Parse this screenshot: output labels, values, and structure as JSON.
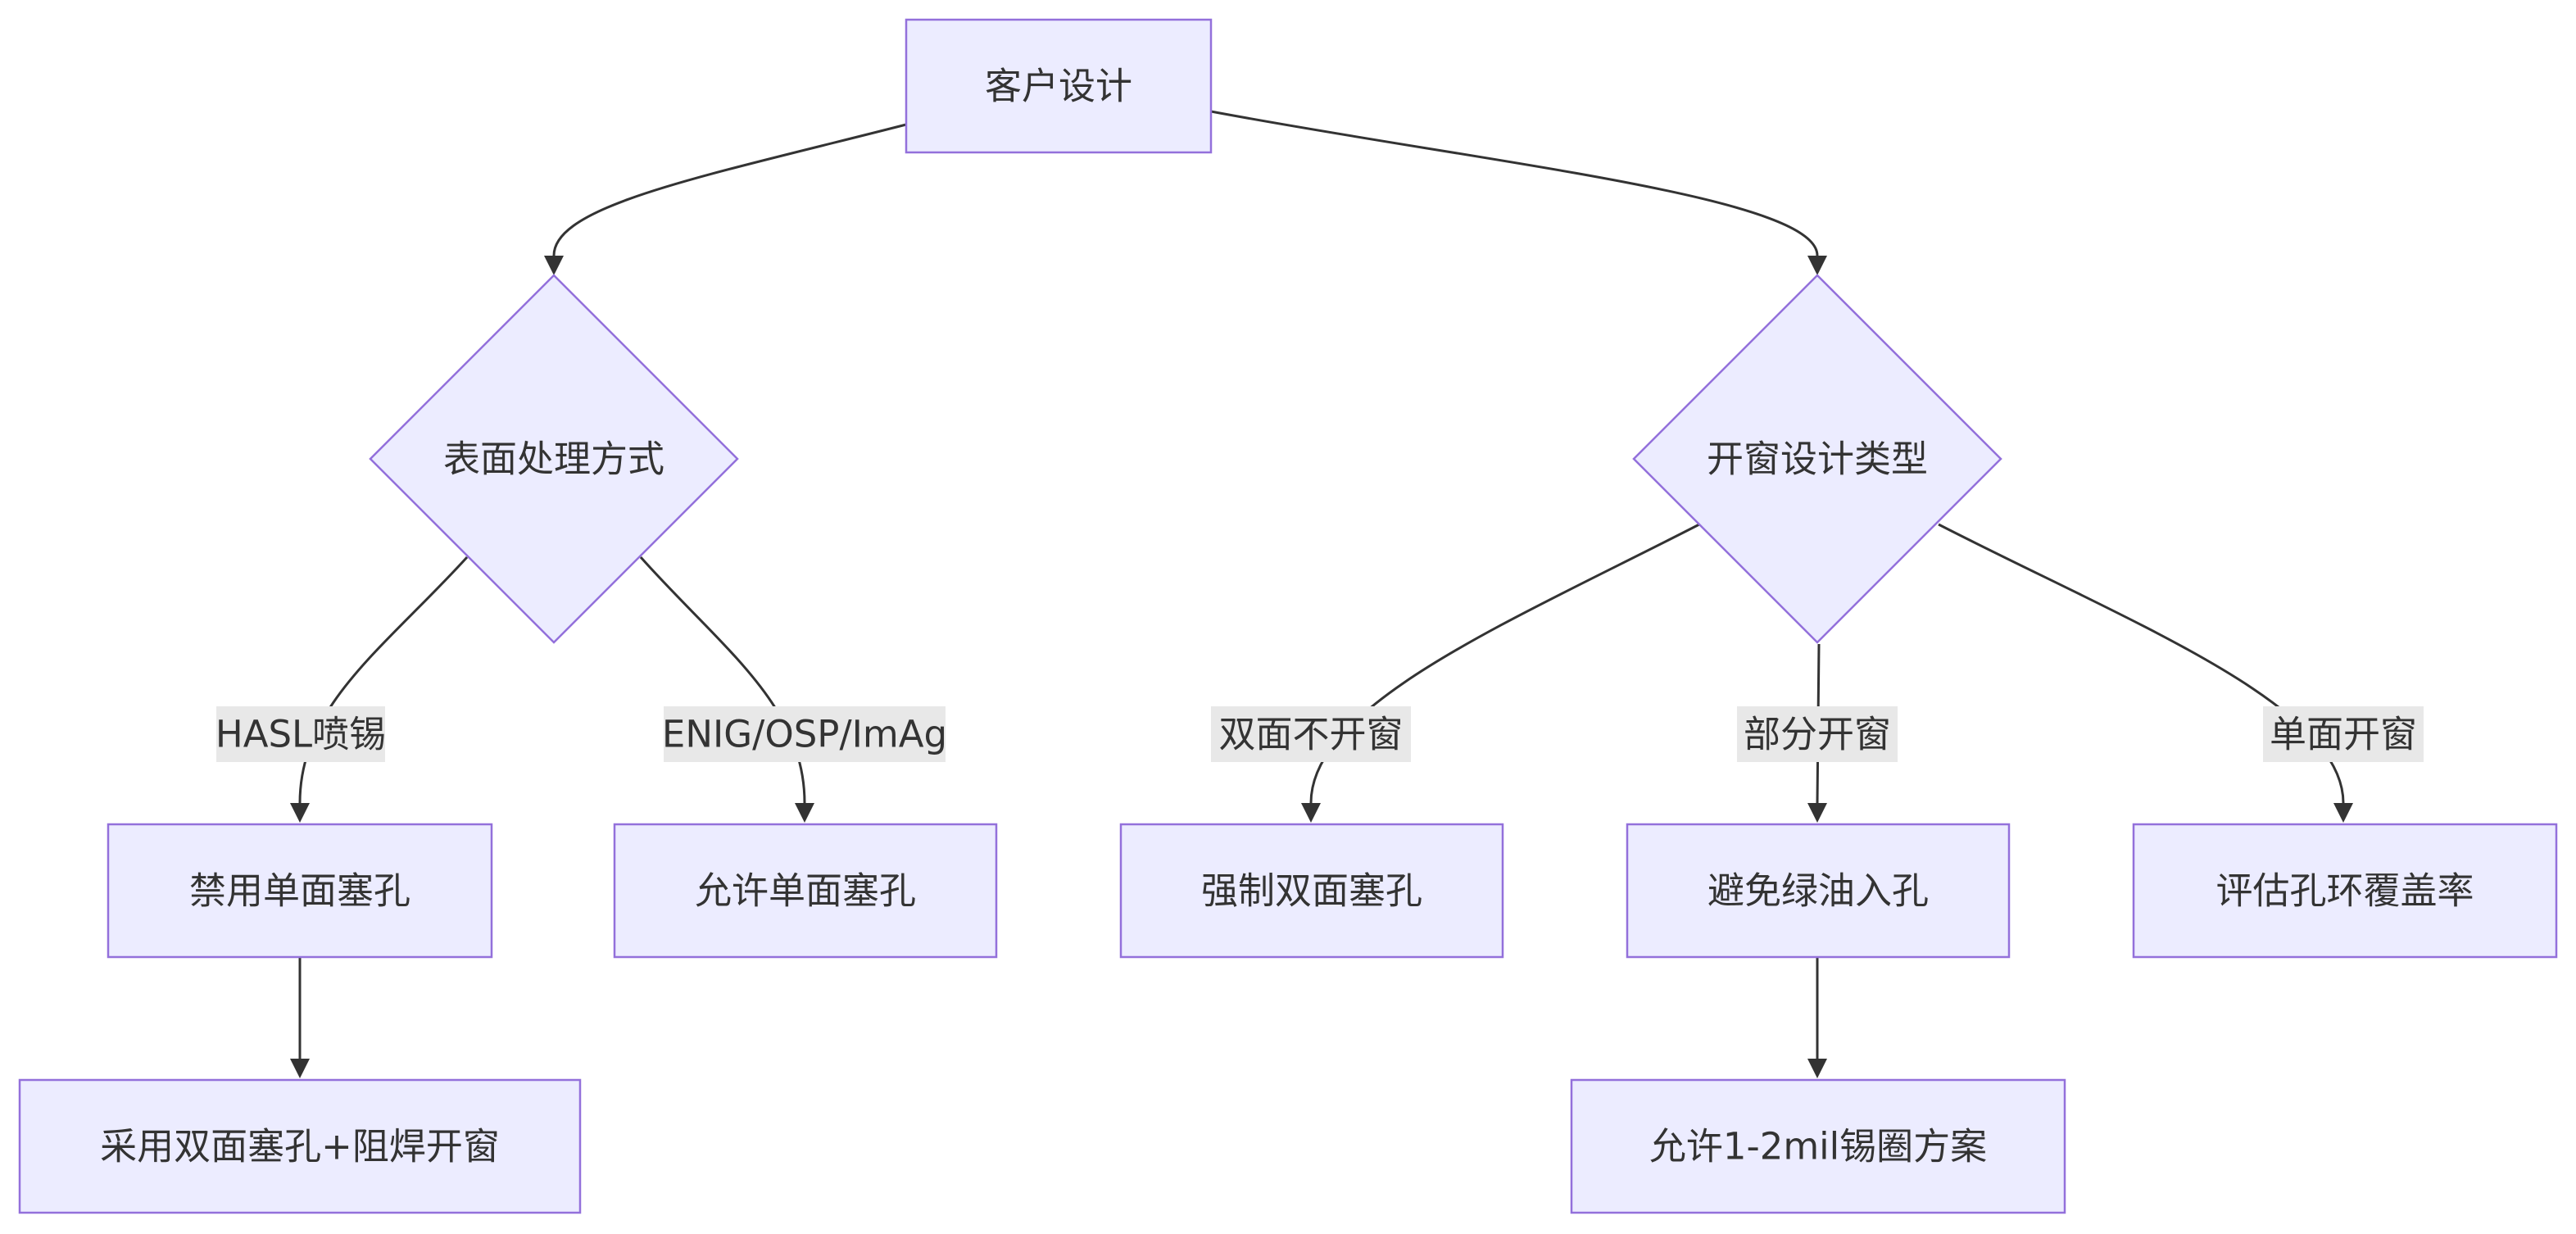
{
  "diagram": {
    "type": "flowchart",
    "nodes": {
      "customer_design": {
        "label": "客户设计",
        "shape": "rect"
      },
      "surface_finish": {
        "label": "表面处理方式",
        "shape": "diamond"
      },
      "window_type": {
        "label": "开窗设计类型",
        "shape": "diamond"
      },
      "ban_single_plug": {
        "label": "禁用单面塞孔",
        "shape": "rect"
      },
      "allow_single_plug": {
        "label": "允许单面塞孔",
        "shape": "rect"
      },
      "force_double_plug": {
        "label": "强制双面塞孔",
        "shape": "rect"
      },
      "avoid_green_oil": {
        "label": "避免绿油入孔",
        "shape": "rect"
      },
      "evaluate_ring": {
        "label": "评估孔环覆盖率",
        "shape": "rect"
      },
      "double_plug_window": {
        "label": "采用双面塞孔+阻焊开窗",
        "shape": "rect"
      },
      "allow_ring_scheme": {
        "label": "允许1-2mil锡圈方案",
        "shape": "rect"
      }
    },
    "edges": [
      {
        "from": "customer_design",
        "to": "surface_finish",
        "label": ""
      },
      {
        "from": "customer_design",
        "to": "window_type",
        "label": ""
      },
      {
        "from": "surface_finish",
        "to": "ban_single_plug",
        "label": "HASL喷锡"
      },
      {
        "from": "surface_finish",
        "to": "allow_single_plug",
        "label": "ENIG/OSP/ImAg"
      },
      {
        "from": "window_type",
        "to": "force_double_plug",
        "label": "双面不开窗"
      },
      {
        "from": "window_type",
        "to": "avoid_green_oil",
        "label": "部分开窗"
      },
      {
        "from": "window_type",
        "to": "evaluate_ring",
        "label": "单面开窗"
      },
      {
        "from": "ban_single_plug",
        "to": "double_plug_window",
        "label": ""
      },
      {
        "from": "avoid_green_oil",
        "to": "allow_ring_scheme",
        "label": ""
      }
    ]
  },
  "colors": {
    "node_fill": "#ececff",
    "node_stroke": "#9370db",
    "edge": "#333333",
    "edge_label_bg": "#e8e8e8",
    "text": "#333333"
  }
}
